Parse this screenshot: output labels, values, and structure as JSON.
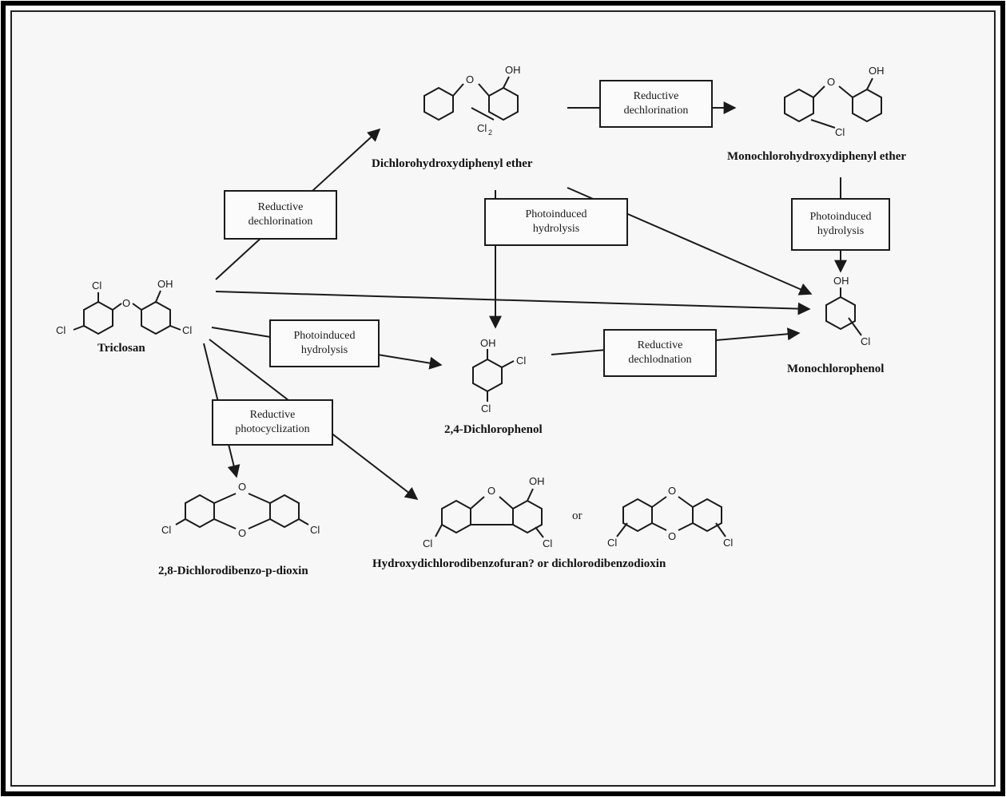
{
  "compounds": {
    "triclosan": "Triclosan",
    "dichlorohydroxydiphenyl_ether": "Dichlorohydroxydiphenyl ether",
    "monochlorohydroxydiphenyl_ether": "Monochlorohydroxydiphenyl ether",
    "monochlorophenol": "Monochlorophenol",
    "dichlorophenol": "2,4-Dichlorophenol",
    "dichlorodibenzo_p_dioxin": "2,8-Dichlorodibenzo-p-dioxin",
    "hydroxydichlorodibenzofuran": "Hydroxydichlorodibenzofuran? or dichlorodibenzodioxin"
  },
  "processes": {
    "reductive_dechlorination_a": [
      "Reductive",
      "dechlorination"
    ],
    "reductive_dechlorination_b": [
      "Reductive",
      "dechlorination"
    ],
    "reductive_dechlorination_c": [
      "Reductive",
      "dechlodnation"
    ],
    "photoinduced_hydrolysis_a": [
      "Photoinduced",
      "hydrolysis"
    ],
    "photoinduced_hydrolysis_b": [
      "Photoinduced",
      "hydrolysis"
    ],
    "photoinduced_hydrolysis_c": [
      "Photoinduced",
      "hydrolysis"
    ],
    "reductive_photocyclization": [
      "Reductive",
      "photocyclization"
    ]
  },
  "atoms": {
    "cl": "Cl",
    "cl2": "Cl",
    "cl2_subscript": "2",
    "oh": "OH",
    "o": "O",
    "or": "or"
  }
}
